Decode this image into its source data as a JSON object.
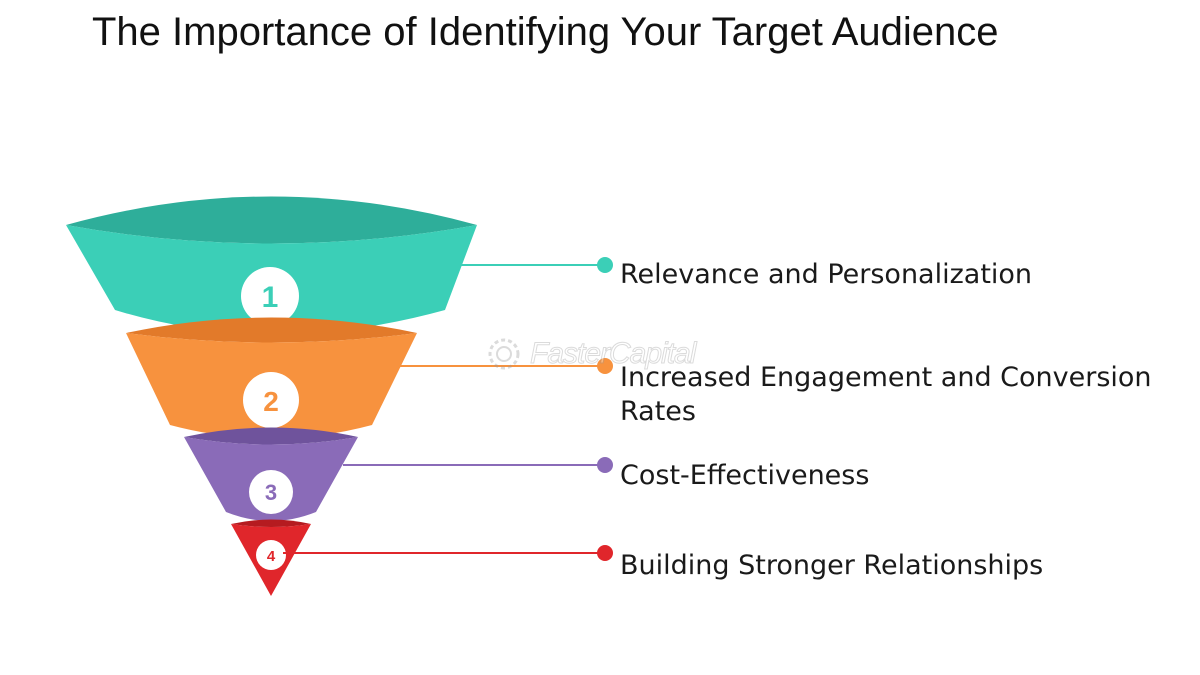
{
  "title": "The Importance of Identifying Your Target Audience",
  "watermark": "FasterCapital",
  "stages": [
    {
      "number": "1",
      "label_lines": [
        "Relevance and Personalization"
      ],
      "color": "#3bcfb7",
      "rim_color": "#2eae9a"
    },
    {
      "number": "2",
      "label_lines": [
        "Increased Engagement and Conversion",
        "Rates"
      ],
      "color": "#f7923e",
      "rim_color": "#e27a2a"
    },
    {
      "number": "3",
      "label_lines": [
        "Cost-Effectiveness"
      ],
      "color": "#8a6bb8",
      "rim_color": "#6f539c"
    },
    {
      "number": "4",
      "label_lines": [
        "Building Stronger Relationships"
      ],
      "color": "#e0262b",
      "rim_color": "#b51b20"
    }
  ],
  "icons": {
    "watermark": "gear-logo-icon",
    "connector_end": "dot-icon"
  }
}
